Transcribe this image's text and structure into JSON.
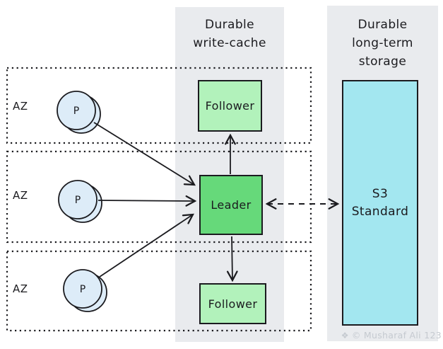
{
  "colors": {
    "band": "#e9ebee",
    "stroke": "#1b1b1f",
    "follower_fill": "#b2f2bb",
    "leader_fill": "#66d97a",
    "s3_fill": "#a3e7f0",
    "producer_fill": "#ddecf8",
    "watermark": "#c5cad0"
  },
  "lanes": [
    {
      "id": "durable-write-cache",
      "title_lines": [
        "Durable",
        "write-cache"
      ]
    },
    {
      "id": "durable-long-term-storage",
      "title_lines": [
        "Durable",
        "long-term",
        "storage"
      ]
    }
  ],
  "zones": [
    {
      "label": "AZ"
    },
    {
      "label": "AZ"
    },
    {
      "label": "AZ"
    }
  ],
  "producers": [
    {
      "label": "P"
    },
    {
      "label": "P"
    },
    {
      "label": "P"
    }
  ],
  "nodes": {
    "follower_top": {
      "label": "Follower"
    },
    "leader": {
      "label": "Leader"
    },
    "follower_bottom": {
      "label": "Follower"
    },
    "s3": {
      "label_lines": [
        "S3",
        "Standard"
      ]
    }
  },
  "watermark": {
    "icon": "❖",
    "text": "© Musharaf Ali 123"
  }
}
